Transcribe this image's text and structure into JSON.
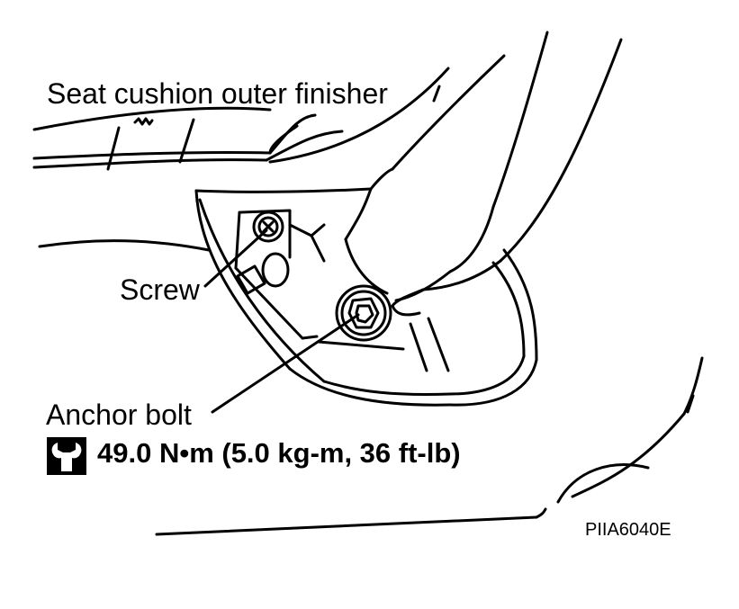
{
  "labels": {
    "seat_cushion_outer_finisher": "Seat cushion outer finisher",
    "screw": "Screw",
    "anchor_bolt": "Anchor bolt",
    "torque_spec": "49.0 N•m (5.0 kg-m, 36 ft-lb)",
    "figure_code": "PIIA6040E"
  },
  "icons": {
    "torque": "torque-wrench-icon"
  },
  "colors": {
    "line": "#000000",
    "background": "#ffffff"
  }
}
